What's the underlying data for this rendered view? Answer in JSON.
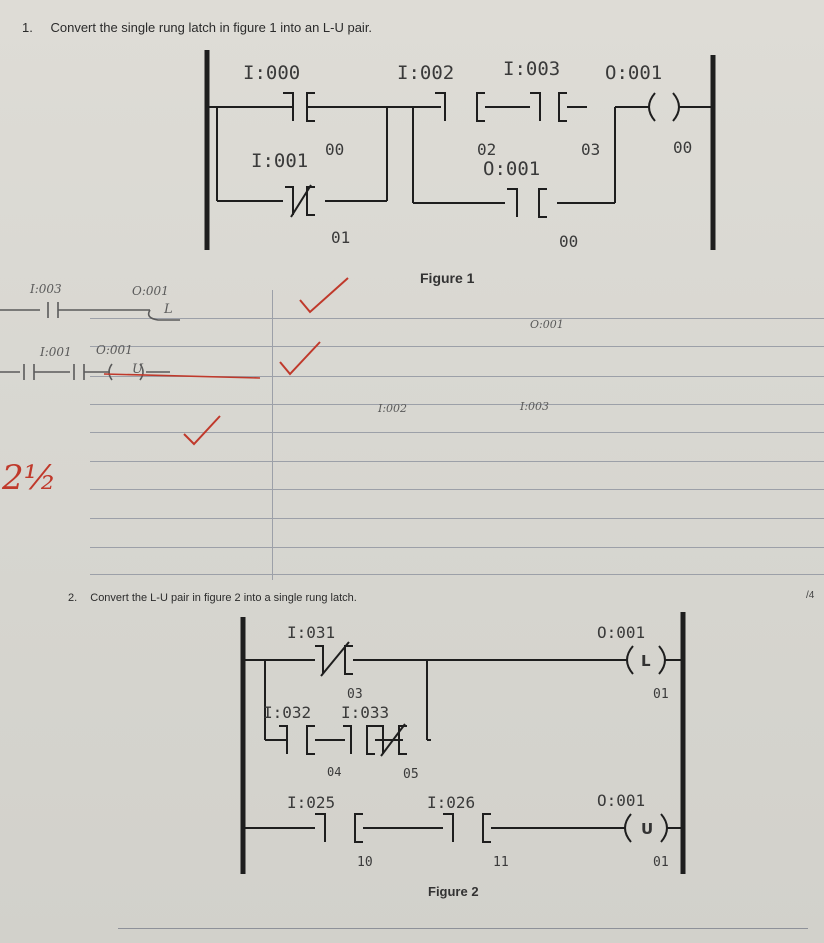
{
  "question1": {
    "number": "1.",
    "text": "Convert the single rung latch in figure 1 into an L-U pair."
  },
  "figure1": {
    "caption": "Figure 1",
    "contacts": [
      {
        "addr": "I:000",
        "bit": "00",
        "type": "NO"
      },
      {
        "addr": "I:001",
        "bit": "01",
        "type": "NC"
      },
      {
        "addr": "I:002",
        "bit": "02",
        "type": "NO"
      },
      {
        "addr": "I:003",
        "bit": "03",
        "type": "NO"
      },
      {
        "addr": "O:001",
        "bit": "00",
        "type": "NO"
      }
    ],
    "coil": {
      "addr": "O:001",
      "bit": "00",
      "symbol": "( )"
    }
  },
  "question2": {
    "number": "2.",
    "text": "Convert the L-U pair in figure 2 into a single rung latch.",
    "mark": "/4"
  },
  "figure2": {
    "caption": "Figure 2",
    "contacts": [
      {
        "addr": "I:031",
        "bit": "03",
        "type": "NC"
      },
      {
        "addr": "I:032",
        "bit": "04",
        "type": "NO"
      },
      {
        "addr": "I:033",
        "bit": "05",
        "type": "NC"
      },
      {
        "addr": "I:025",
        "bit": "10",
        "type": "NO"
      },
      {
        "addr": "I:026",
        "bit": "11",
        "type": "NO"
      }
    ],
    "coils": [
      {
        "addr": "O:001",
        "bit": "01",
        "letter": "L"
      },
      {
        "addr": "O:001",
        "bit": "01",
        "letter": "U"
      }
    ]
  },
  "handwriting": {
    "score": "2½",
    "notes_left": [
      "I:003",
      "O:001",
      "L",
      "I:001",
      "O:001",
      "U"
    ],
    "notes_mid": [
      "I:002",
      "I:003",
      "O:001"
    ],
    "colors": {
      "pencil": "#5a5a5a",
      "red_pen": "#c0392b"
    }
  }
}
